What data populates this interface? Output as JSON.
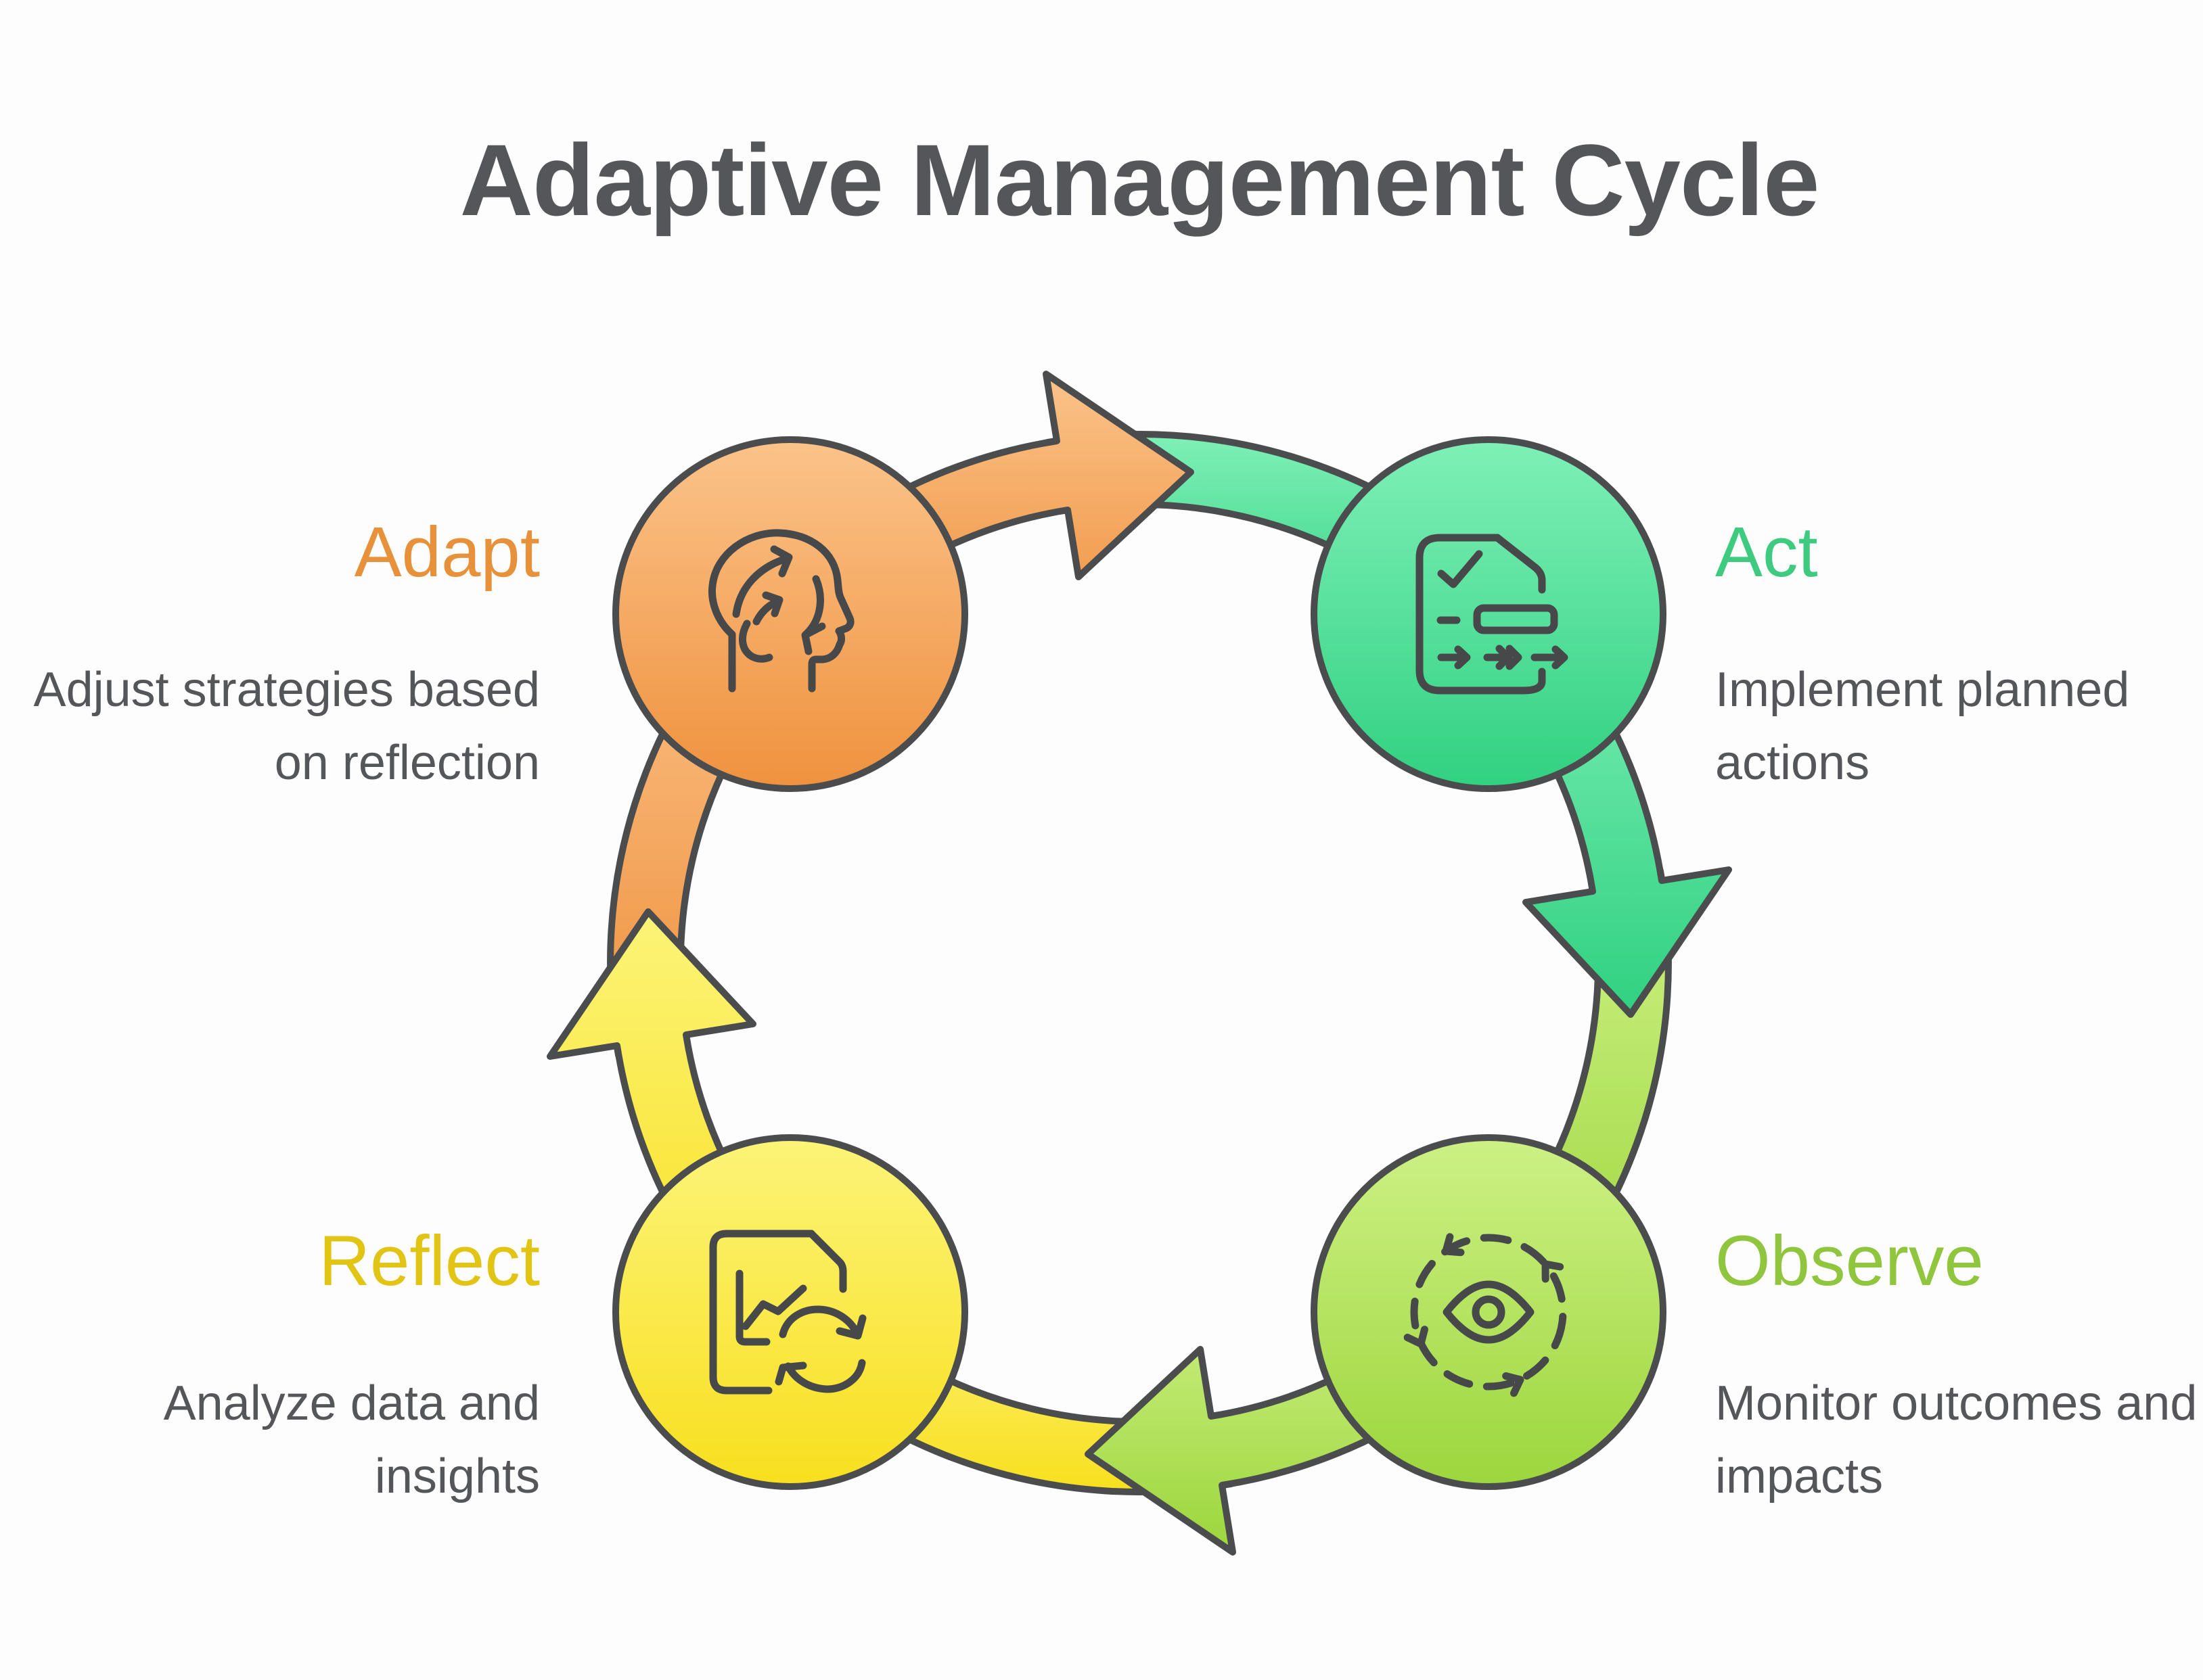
{
  "title": "Adaptive Management Cycle",
  "colors": {
    "background": "#fdfdfd",
    "ink": "#54565a",
    "outline": "#4b4c4e",
    "icon_ink": "#47484a",
    "orange_light": "#fbc38a",
    "orange_dark": "#ef923e",
    "orange_label": "#e8913b",
    "green_light": "#7ff0b7",
    "green_dark": "#31d181",
    "green_label": "#3ecb80",
    "lime_light": "#cdf185",
    "lime_dark": "#9cd63c",
    "lime_label": "#8fc63d",
    "yellow_light": "#fcf478",
    "yellow_dark": "#f8df1e",
    "yellow_label": "#e2c414"
  },
  "stages": [
    {
      "id": "adapt",
      "label": "Adapt",
      "description": "Adjust strategies based\non reflection",
      "icon": "head-refresh-icon"
    },
    {
      "id": "act",
      "label": "Act",
      "description": "Implement planned\nactions",
      "icon": "document-check-icon"
    },
    {
      "id": "observe",
      "label": "Observe",
      "description": "Monitor outcomes and\nimpacts",
      "icon": "eye-cycle-icon"
    },
    {
      "id": "reflect",
      "label": "Reflect",
      "description": "Analyze data and insights",
      "icon": "document-sync-icon"
    }
  ]
}
